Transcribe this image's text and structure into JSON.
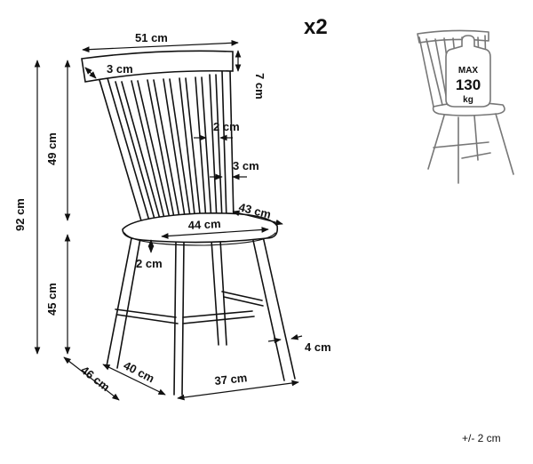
{
  "quantity_label": "x2",
  "tolerance_label": "+/- 2 cm",
  "dimensions": {
    "backrest_width": "51 cm",
    "top_rail_height": "7 cm",
    "top_rail_thickness": "3 cm",
    "spindle_gap": "2 cm",
    "spindle_width": "3 cm",
    "backrest_height": "49 cm",
    "total_height": "92 cm",
    "seat_height": "45 cm",
    "seat_depth": "43 cm",
    "seat_width": "44 cm",
    "seat_thickness": "2 cm",
    "leg_thickness": "4 cm",
    "footprint_depth": "46 cm",
    "leg_span_side": "40 cm",
    "leg_span_front": "37 cm"
  },
  "max_load": {
    "label": "MAX",
    "value": "130",
    "unit": "kg"
  }
}
